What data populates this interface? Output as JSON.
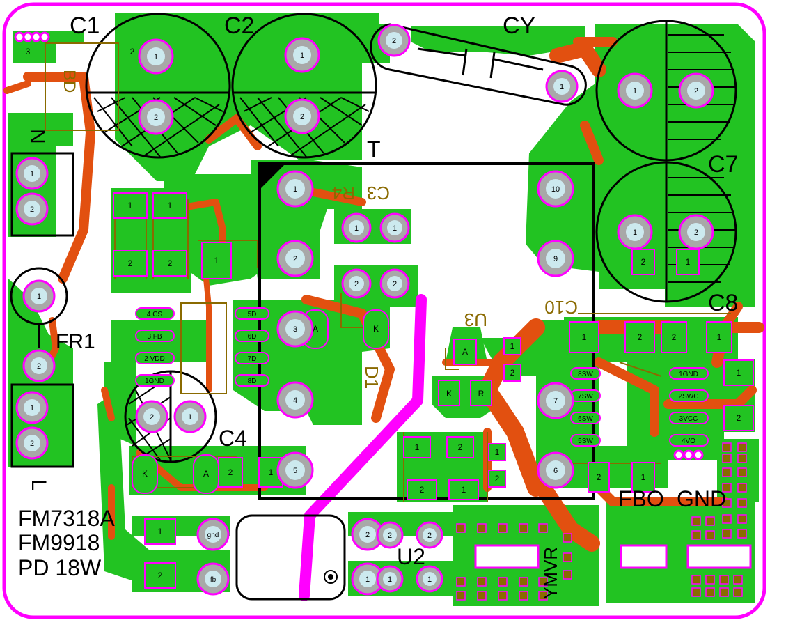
{
  "board": {
    "colors": {
      "background": "#ffffff",
      "outline": "#ff00ff",
      "copper_fill": "#22c322",
      "copper_trace": "#e25010",
      "jumper": "#ff00ff",
      "silk": "#000000",
      "silk_alt": "#8a6a00",
      "pad": "#a8a8a8",
      "pad_ring": "#ff00ff",
      "pad_center": "#cce9ee",
      "smd_pad": "#22c322"
    },
    "silk_labels": {
      "C1": "C1",
      "C2": "C2",
      "CY": "CY",
      "C7": "C7",
      "C8": "C8",
      "T": "T",
      "FR1": "FR1",
      "C4": "C4",
      "U2": "U2",
      "N": "N",
      "L": "L",
      "FBO": "FBO",
      "GND": "GND",
      "model1": "FM7318A",
      "model2": "FM9918",
      "power": "PD 18W",
      "BD": "BD",
      "R4": "R4",
      "C3": "C3",
      "U3": "U3",
      "D1": "D1",
      "C10": "C10",
      "YMVR": "YMVR"
    },
    "pin_labels": {
      "one": "1",
      "two": "2",
      "three": "3",
      "four": "4",
      "five": "5",
      "six": "6",
      "seven": "7",
      "nine": "9",
      "ten": "10",
      "A": "A",
      "K": "K",
      "R": "R",
      "gnd": "gnd",
      "fb": "fb",
      "u_cs": "4 CS",
      "u_fb": "3 FB",
      "u_vdd": "2 VDD",
      "u_gnd": "1GND",
      "d5": "5D",
      "d6": "6D",
      "d7": "7D",
      "d8": "8D",
      "sw8": "8SW",
      "sw7": "7SW",
      "sw6": "6SW",
      "sw5": "5SW",
      "r_gnd": "1GND",
      "r_swc": "2SWC",
      "r_vcc": "3VCC",
      "r_vo": "4VO"
    }
  }
}
